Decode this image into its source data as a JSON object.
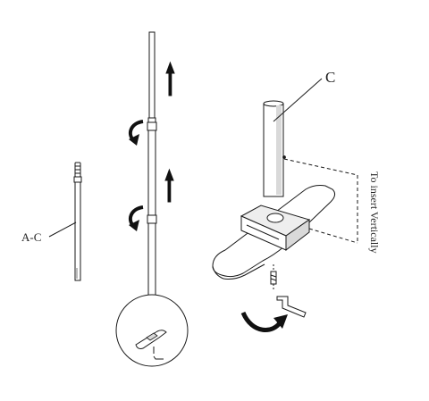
{
  "labels": {
    "part_ac": "A-C",
    "part_c": "C",
    "instruction": "To insert Vertically"
  },
  "colors": {
    "line": "#1a1a1a",
    "fill": "#ffffff",
    "shade": "#d9d9d9"
  },
  "icons": [
    "up-arrow-icon",
    "rotate-arrow-icon",
    "hex-key-icon",
    "screw-icon"
  ]
}
